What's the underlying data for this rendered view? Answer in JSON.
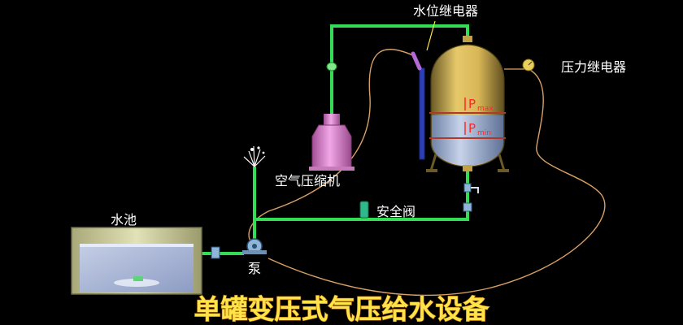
{
  "title": "单罐变压式气压给水设备",
  "labels": {
    "water_level_relay": "水位继电器",
    "pressure_relay": "压力继电器",
    "air_compressor": "空气压缩机",
    "safety_valve": "安全阀",
    "water_pool": "水池",
    "pump": "泵"
  },
  "tank_marks": {
    "pmax_letter": "P",
    "pmax_sub": "max",
    "pmin_letter": "P",
    "pmin_sub": "min"
  },
  "colors": {
    "pipe": "#33dd55",
    "wire": "#d9a066",
    "tank_body": "#c9a24a",
    "water": "#9ab0d6",
    "compressor": "#e48ad4",
    "pool": "#d6d6a8",
    "title_fill": "#ffe34a",
    "title_stroke": "#b36b00"
  }
}
